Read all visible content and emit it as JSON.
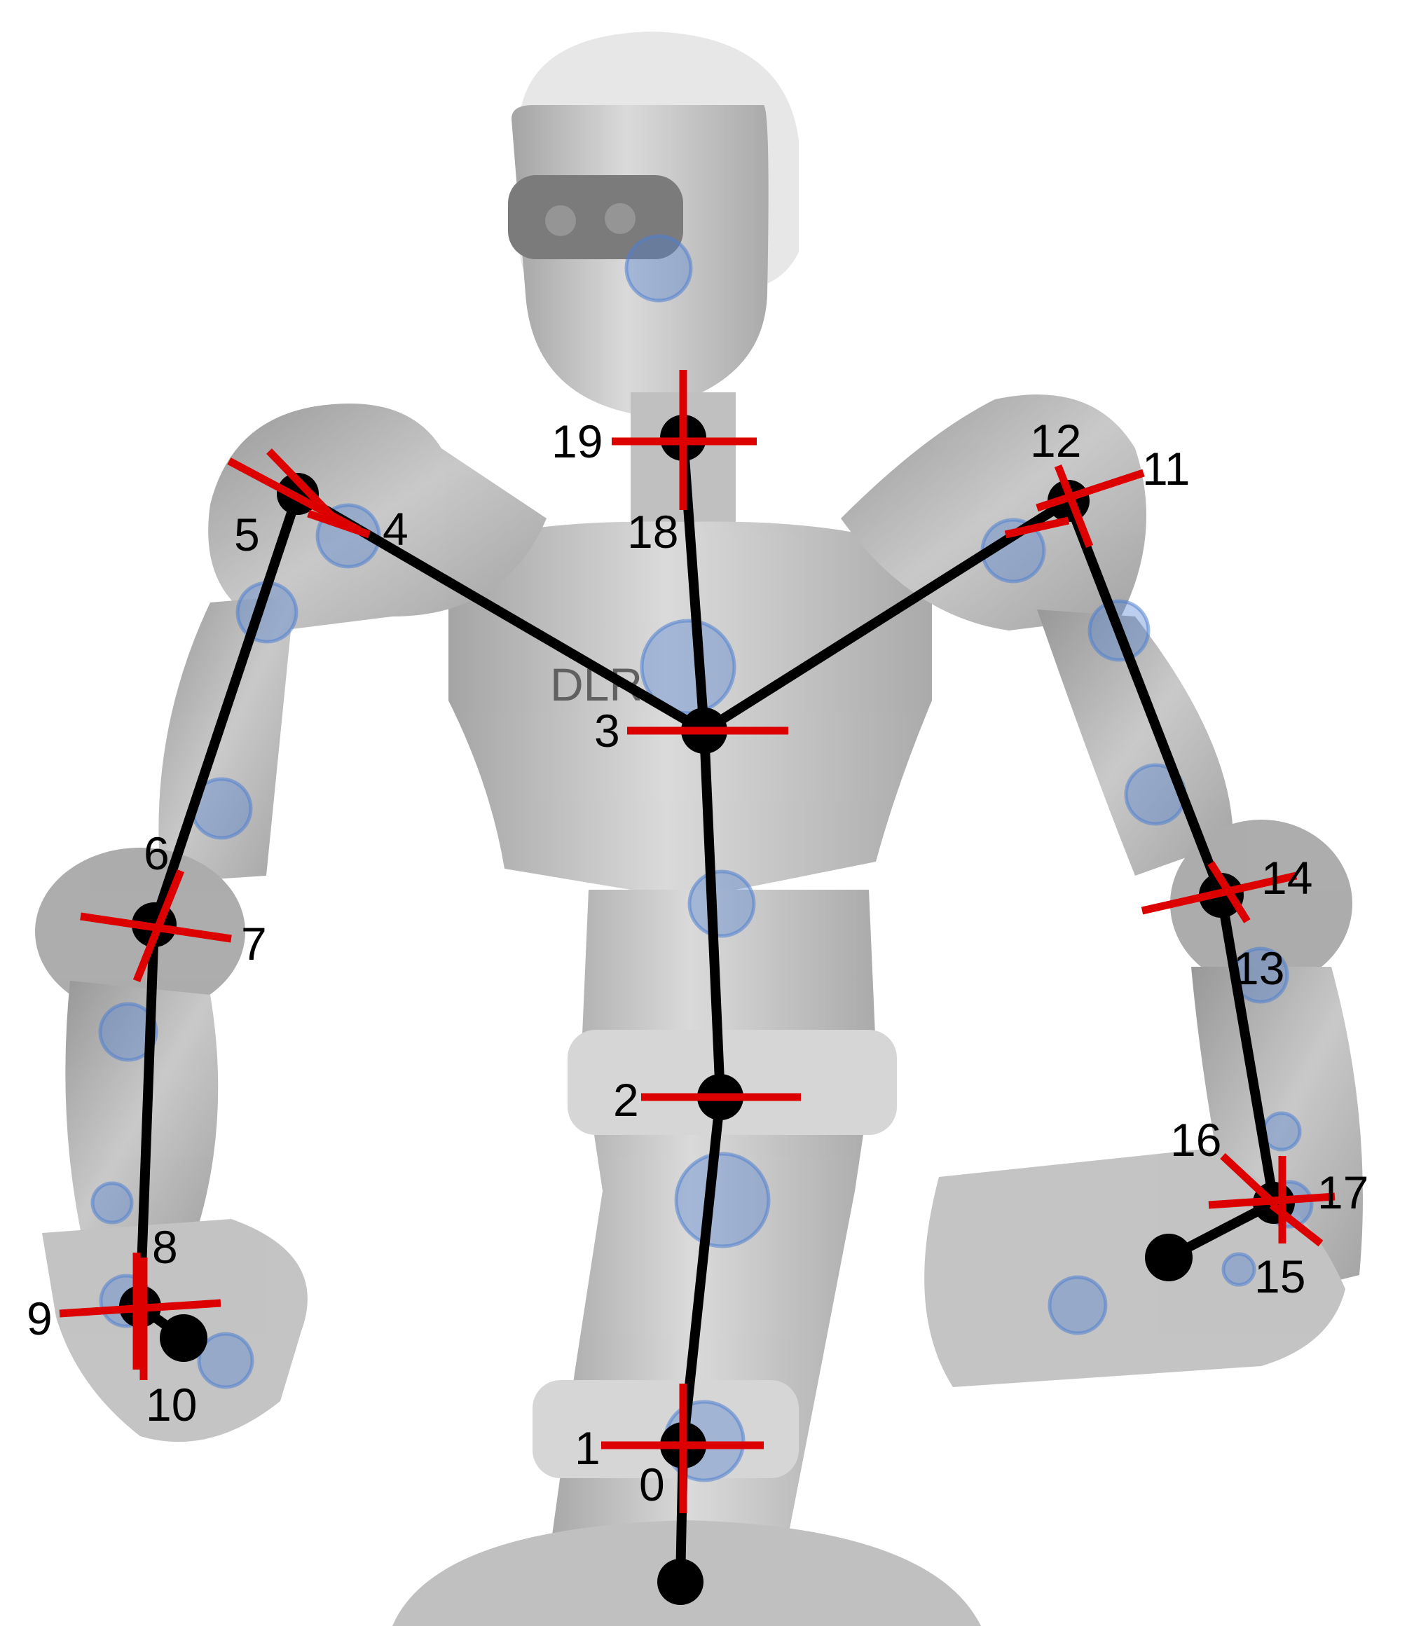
{
  "joint_labels": [
    "0",
    "1",
    "2",
    "3",
    "4",
    "5",
    "6",
    "7",
    "8",
    "9",
    "10",
    "11",
    "12",
    "13",
    "14",
    "15",
    "16",
    "17",
    "18",
    "19"
  ],
  "colors": {
    "link": "#000000",
    "joint": "#000000",
    "axis": "#dd0000",
    "mass": "#4f7fd0",
    "robot": "#8a8a8a"
  },
  "robot_name": "DLR"
}
